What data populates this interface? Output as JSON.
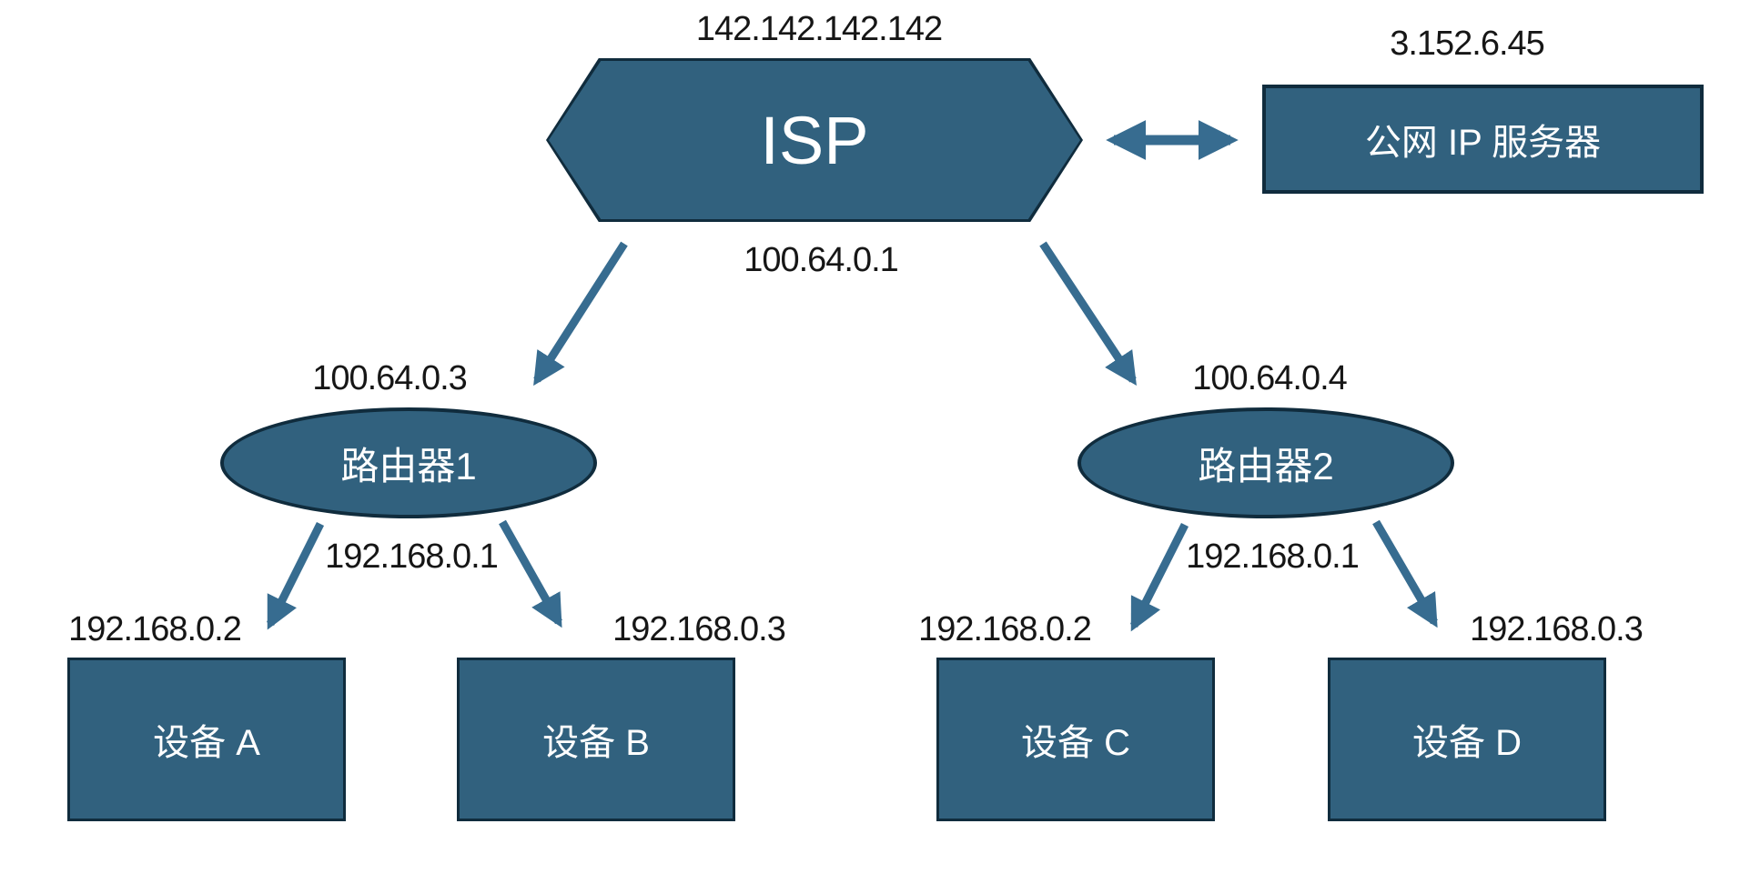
{
  "title": "NAT network topology diagram",
  "colors": {
    "shape-fill": "#31617E",
    "shape-border": "#102C3D",
    "arrow-color": "#376C90",
    "label-color": "#161616",
    "shape-text": "#FFFFFF",
    "bg": "#FFFFFF"
  },
  "nodes": {
    "isp": {
      "label": "ISP",
      "public_ip": "142.142.142.142",
      "lan_ip": "100.64.0.1"
    },
    "public_server": {
      "label": "公网 IP 服务器",
      "ip": "3.152.6.45"
    },
    "router1": {
      "label": "路由器1",
      "wan_ip": "100.64.0.3",
      "lan_ip": "192.168.0.1"
    },
    "router2": {
      "label": "路由器2",
      "wan_ip": "100.64.0.4",
      "lan_ip": "192.168.0.1"
    },
    "device_a": {
      "label": "设备 A",
      "ip": "192.168.0.2"
    },
    "device_b": {
      "label": "设备 B",
      "ip": "192.168.0.3"
    },
    "device_c": {
      "label": "设备 C",
      "ip": "192.168.0.2"
    },
    "device_d": {
      "label": "设备 D",
      "ip": "192.168.0.3"
    }
  },
  "edges": [
    {
      "from": "isp",
      "to": "public_server",
      "direction": "bidirectional"
    },
    {
      "from": "isp",
      "to": "router1",
      "direction": "down"
    },
    {
      "from": "isp",
      "to": "router2",
      "direction": "down"
    },
    {
      "from": "router1",
      "to": "device_a",
      "direction": "down"
    },
    {
      "from": "router1",
      "to": "device_b",
      "direction": "down"
    },
    {
      "from": "router2",
      "to": "device_c",
      "direction": "down"
    },
    {
      "from": "router2",
      "to": "device_d",
      "direction": "down"
    }
  ]
}
